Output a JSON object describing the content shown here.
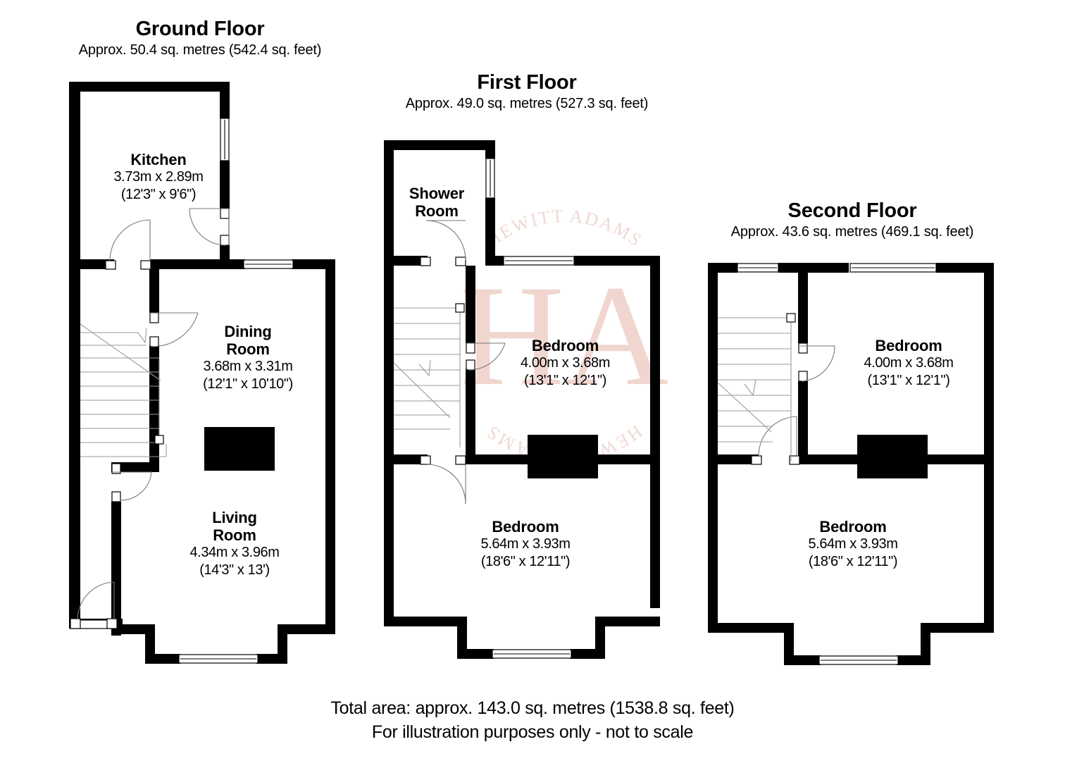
{
  "document": {
    "type": "floor-plan",
    "watermark": {
      "brand": "HEWITT ADAMS",
      "monogram": "HA",
      "color": "#f0d9d3"
    }
  },
  "floors": [
    {
      "id": "ground",
      "title": "Ground Floor",
      "area": "Approx. 50.4 sq. metres (542.4 sq. feet)",
      "rooms": [
        {
          "id": "kitchen",
          "name": "Kitchen",
          "metric": "3.73m x 2.89m",
          "imperial": "(12'3\" x 9'6\")"
        },
        {
          "id": "dining-room",
          "name_line1": "Dining",
          "name_line2": "Room",
          "metric": "3.68m x 3.31m",
          "imperial": "(12'1\" x 10'10\")"
        },
        {
          "id": "living-room",
          "name_line1": "Living",
          "name_line2": "Room",
          "metric": "4.34m x 3.96m",
          "imperial": "(14'3\" x 13')"
        }
      ]
    },
    {
      "id": "first",
      "title": "First Floor",
      "area": "Approx. 49.0 sq. metres (527.3 sq. feet)",
      "rooms": [
        {
          "id": "shower-room",
          "name_line1": "Shower",
          "name_line2": "Room",
          "metric": "",
          "imperial": ""
        },
        {
          "id": "bedroom-front",
          "name": "Bedroom",
          "metric": "4.00m x 3.68m",
          "imperial": "(13'1\" x 12'1\")"
        },
        {
          "id": "bedroom-rear",
          "name": "Bedroom",
          "metric": "5.64m x 3.93m",
          "imperial": "(18'6\" x 12'11\")"
        }
      ]
    },
    {
      "id": "second",
      "title": "Second Floor",
      "area": "Approx. 43.6 sq. metres (469.1 sq. feet)",
      "rooms": [
        {
          "id": "bedroom-front",
          "name": "Bedroom",
          "metric": "4.00m x 3.68m",
          "imperial": "(13'1\" x 12'1\")"
        },
        {
          "id": "bedroom-rear",
          "name": "Bedroom",
          "metric": "5.64m x 3.93m",
          "imperial": "(18'6\" x 12'11\")"
        }
      ]
    }
  ],
  "footer": {
    "total_area": "Total area: approx. 143.0 sq. metres (1538.8 sq. feet)",
    "disclaimer": "For illustration purposes only - not to scale"
  }
}
